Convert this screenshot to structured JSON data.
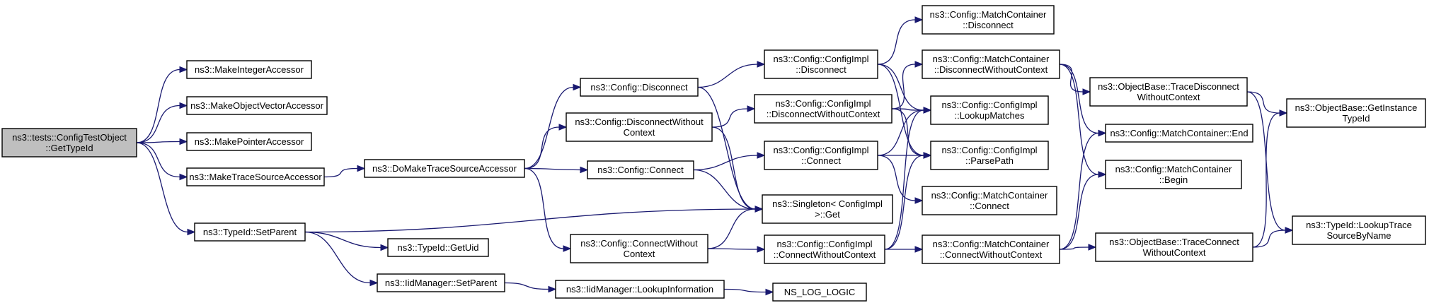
{
  "nodes": [
    {
      "id": "root",
      "lines": [
        "ns3::tests::ConfigTestObject",
        "::GetTypeId"
      ]
    },
    {
      "id": "mia",
      "lines": [
        "ns3::MakeIntegerAccessor"
      ]
    },
    {
      "id": "mova",
      "lines": [
        "ns3::MakeObjectVectorAccessor"
      ]
    },
    {
      "id": "mpa",
      "lines": [
        "ns3::MakePointerAccessor"
      ]
    },
    {
      "id": "mtsa",
      "lines": [
        "ns3::MakeTraceSourceAccessor"
      ]
    },
    {
      "id": "tsp",
      "lines": [
        "ns3::TypeId::SetParent"
      ]
    },
    {
      "id": "dmtsa",
      "lines": [
        "ns3::DoMakeTraceSourceAccessor"
      ]
    },
    {
      "id": "cdis",
      "lines": [
        "ns3::Config::Disconnect"
      ]
    },
    {
      "id": "cdwc",
      "lines": [
        "ns3::Config::DisconnectWithout",
        "Context"
      ]
    },
    {
      "id": "ccon",
      "lines": [
        "ns3::Config::Connect"
      ]
    },
    {
      "id": "ccwc",
      "lines": [
        "ns3::Config::ConnectWithout",
        "Context"
      ]
    },
    {
      "id": "tgu",
      "lines": [
        "ns3::TypeId::GetUid"
      ]
    },
    {
      "id": "iisp",
      "lines": [
        "ns3::IidManager::SetParent"
      ]
    },
    {
      "id": "iili",
      "lines": [
        "ns3::IidManager::LookupInformation"
      ]
    },
    {
      "id": "sget",
      "lines": [
        "ns3::Singleton< ConfigImpl",
        ">::Get"
      ]
    },
    {
      "id": "nsll",
      "lines": [
        "NS_LOG_LOGIC"
      ]
    },
    {
      "id": "cid",
      "lines": [
        "ns3::Config::ConfigImpl",
        "::Disconnect"
      ]
    },
    {
      "id": "cidwc",
      "lines": [
        "ns3::Config::ConfigImpl",
        "::DisconnectWithoutContext"
      ]
    },
    {
      "id": "cic",
      "lines": [
        "ns3::Config::ConfigImpl",
        "::Connect"
      ]
    },
    {
      "id": "cicwc",
      "lines": [
        "ns3::Config::ConfigImpl",
        "::ConnectWithoutContext"
      ]
    },
    {
      "id": "mcd",
      "lines": [
        "ns3::Config::MatchContainer",
        "::Disconnect"
      ]
    },
    {
      "id": "mcdwc",
      "lines": [
        "ns3::Config::MatchContainer",
        "::DisconnectWithoutContext"
      ]
    },
    {
      "id": "cilm",
      "lines": [
        "ns3::Config::ConfigImpl",
        "::LookupMatches"
      ]
    },
    {
      "id": "cipp",
      "lines": [
        "ns3::Config::ConfigImpl",
        "::ParsePath"
      ]
    },
    {
      "id": "mcc",
      "lines": [
        "ns3::Config::MatchContainer",
        "::Connect"
      ]
    },
    {
      "id": "mccwc",
      "lines": [
        "ns3::Config::MatchContainer",
        "::ConnectWithoutContext"
      ]
    },
    {
      "id": "mce",
      "lines": [
        "ns3::Config::MatchContainer::End"
      ]
    },
    {
      "id": "mcb",
      "lines": [
        "ns3::Config::MatchContainer",
        "::Begin"
      ]
    },
    {
      "id": "obtdwc",
      "lines": [
        "ns3::ObjectBase::TraceDisconnect",
        "WithoutContext"
      ]
    },
    {
      "id": "obtcwc",
      "lines": [
        "ns3::ObjectBase::TraceConnect",
        "WithoutContext"
      ]
    },
    {
      "id": "obgit",
      "lines": [
        "ns3::ObjectBase::GetInstance",
        "TypeId"
      ]
    },
    {
      "id": "tlts",
      "lines": [
        "ns3::TypeId::LookupTrace",
        "SourceByName"
      ]
    }
  ],
  "edges": [
    [
      "root",
      "mia"
    ],
    [
      "root",
      "mova"
    ],
    [
      "root",
      "mpa"
    ],
    [
      "root",
      "mtsa"
    ],
    [
      "root",
      "tsp"
    ],
    [
      "mtsa",
      "dmtsa"
    ],
    [
      "dmtsa",
      "cdis"
    ],
    [
      "dmtsa",
      "cdwc"
    ],
    [
      "dmtsa",
      "ccon"
    ],
    [
      "dmtsa",
      "ccwc"
    ],
    [
      "tsp",
      "sget"
    ],
    [
      "tsp",
      "tgu"
    ],
    [
      "tsp",
      "iisp"
    ],
    [
      "iisp",
      "iili"
    ],
    [
      "iili",
      "nsll"
    ],
    [
      "cdis",
      "cid"
    ],
    [
      "cdis",
      "sget"
    ],
    [
      "cdwc",
      "cidwc"
    ],
    [
      "cdwc",
      "sget"
    ],
    [
      "ccon",
      "cic"
    ],
    [
      "ccon",
      "sget"
    ],
    [
      "ccwc",
      "sget"
    ],
    [
      "ccwc",
      "cicwc"
    ],
    [
      "cid",
      "mcd"
    ],
    [
      "cid",
      "cilm"
    ],
    [
      "cid",
      "cipp"
    ],
    [
      "cidwc",
      "mcdwc"
    ],
    [
      "cidwc",
      "cilm"
    ],
    [
      "cidwc",
      "cipp"
    ],
    [
      "cic",
      "cilm"
    ],
    [
      "cic",
      "cipp"
    ],
    [
      "cic",
      "mcc"
    ],
    [
      "cicwc",
      "cilm"
    ],
    [
      "cicwc",
      "cipp"
    ],
    [
      "cicwc",
      "mccwc"
    ],
    [
      "mcdwc",
      "mce"
    ],
    [
      "mcdwc",
      "mcb"
    ],
    [
      "mcdwc",
      "obtdwc"
    ],
    [
      "mccwc",
      "mce"
    ],
    [
      "mccwc",
      "mcb"
    ],
    [
      "mccwc",
      "obtcwc"
    ],
    [
      "obtdwc",
      "obgit"
    ],
    [
      "obtdwc",
      "tlts"
    ],
    [
      "obtcwc",
      "obgit"
    ],
    [
      "obtcwc",
      "tlts"
    ]
  ]
}
